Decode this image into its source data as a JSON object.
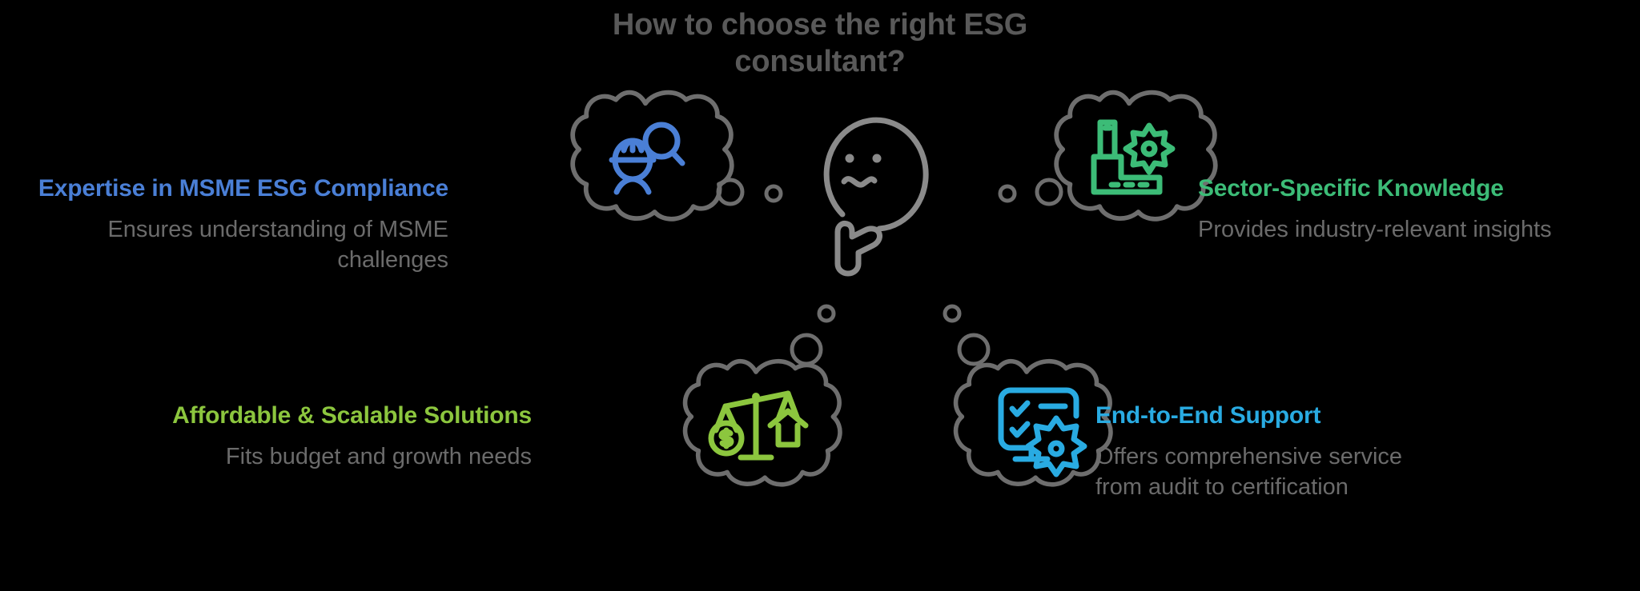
{
  "title": "How to choose the right ESG\nconsultant?",
  "center_icon": {
    "name": "thinking-face-icon",
    "color": "#8a8a8a"
  },
  "colors": {
    "background": "#000000",
    "title": "#595959",
    "subtitle": "#6b6b6b",
    "bubble_outline": "#6e6e6e",
    "blue": "#4a7fd6",
    "green": "#3cbc77",
    "lime": "#8cc63e",
    "cyan": "#29abe2"
  },
  "items": [
    {
      "id": "expertise",
      "heading": "Expertise in MSME ESG Compliance",
      "subtitle": "Ensures understanding of MSME challenges",
      "color": "#4a7fd6",
      "icon": "worker-with-magnifier-icon",
      "position": "top-left"
    },
    {
      "id": "sector",
      "heading": "Sector-Specific Knowledge",
      "subtitle": "Provides industry-relevant insights",
      "color": "#3cbc77",
      "icon": "factory-gear-icon",
      "position": "top-right"
    },
    {
      "id": "affordable",
      "heading": "Affordable & Scalable Solutions",
      "subtitle": "Fits budget and growth needs",
      "color": "#8cc63e",
      "icon": "balance-scales-icon",
      "position": "bottom-left"
    },
    {
      "id": "endtoend",
      "heading": "End-to-End Support",
      "subtitle": "Offers comprehensive service from audit to certification",
      "color": "#29abe2",
      "icon": "monitor-checklist-gear-icon",
      "position": "bottom-right"
    }
  ]
}
